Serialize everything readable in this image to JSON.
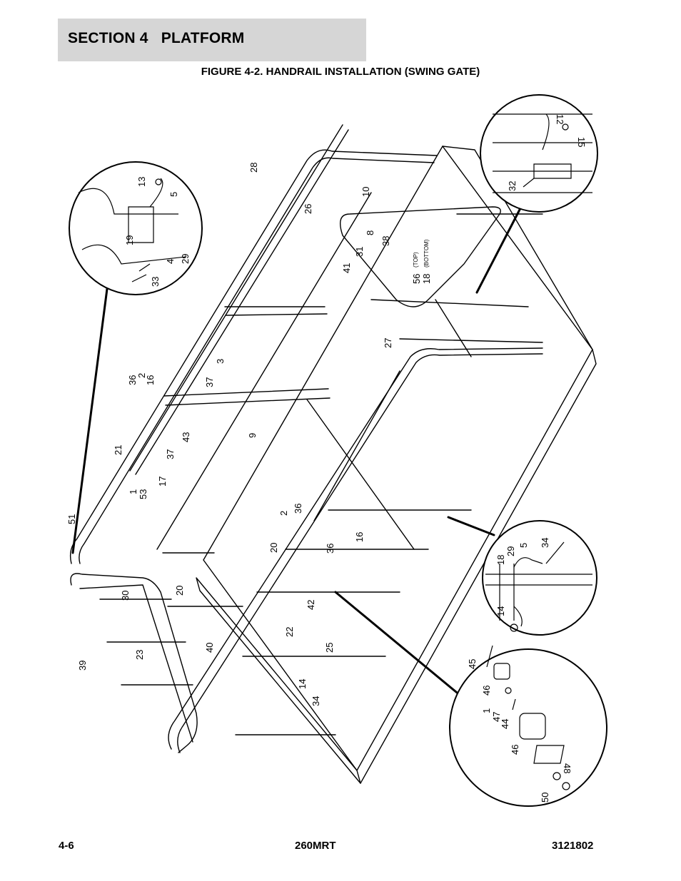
{
  "header": {
    "section": "SECTION 4",
    "section_title": "PLATFORM"
  },
  "figure": {
    "title": "FIGURE 4-2. HANDRAIL INSTALLATION (SWING GATE)",
    "callouts": [
      "1",
      "2",
      "3",
      "4",
      "5",
      "8",
      "9",
      "10",
      "12",
      "13",
      "14",
      "15",
      "16",
      "17",
      "18",
      "19",
      "20",
      "21",
      "22",
      "23",
      "25",
      "26",
      "27",
      "28",
      "29",
      "30",
      "31",
      "32",
      "33",
      "34",
      "36",
      "37",
      "38",
      "39",
      "40",
      "41",
      "42",
      "43",
      "44",
      "45",
      "46",
      "47",
      "48",
      "50",
      "51",
      "53",
      "56"
    ],
    "notes": {
      "top": "(TOP)",
      "bottom": "(BOTTOM)"
    },
    "colors": {
      "line": "#000000",
      "header_bg": "#d6d6d6"
    }
  },
  "footer": {
    "page": "4-6",
    "model": "260MRT",
    "manual": "3121802"
  }
}
